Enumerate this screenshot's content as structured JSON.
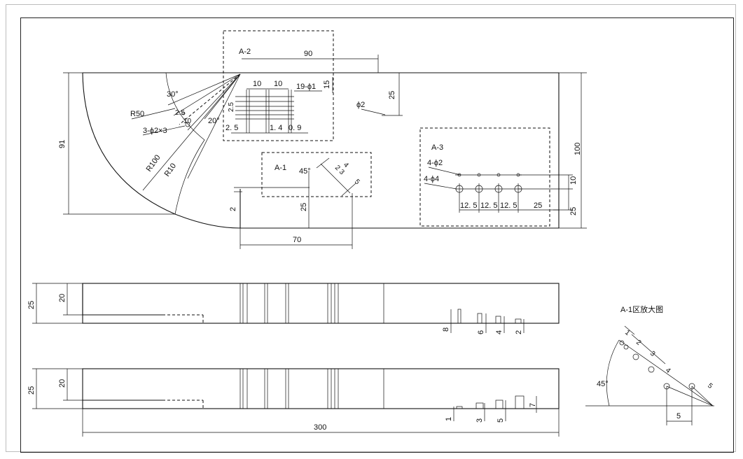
{
  "regions": {
    "a1": "A-1",
    "a2": "A-2",
    "a3": "A-3",
    "a1_enlarged_title": "A-1区放大图"
  },
  "top_view": {
    "dim_90": "90",
    "dim_10a": "10",
    "dim_10b": "10",
    "dim_19phi1": "19-ϕ1",
    "dim_15": "15",
    "dim_25_top": "25",
    "dim_phi2": "ϕ2",
    "dim_2_5_left": "2. 5",
    "dim_1_4": "1. 4",
    "dim_0_9": "0. 9",
    "dim_2_5_vert": "2.5",
    "dim_30deg": "30°",
    "dim_20deg": "20°",
    "dim_2_5_arc": "2.5",
    "dim_10_arc": "10",
    "dim_r50": "R50",
    "dim_3phi2x3": "3-ϕ2×3",
    "dim_r100": "R100",
    "dim_r10": "R10",
    "dim_91": "91",
    "dim_100": "100",
    "dim_45deg": "45°",
    "dim_a1_small": [
      "2",
      "3",
      "4",
      "5"
    ],
    "dim_2_left": "2",
    "dim_25_mid": "25",
    "dim_70": "70",
    "dim_4phi2": "4-ϕ2",
    "dim_4phi4": "4-ϕ4",
    "dim_12_5a": "12. 5",
    "dim_12_5b": "12. 5",
    "dim_12_5c": "12. 5",
    "dim_25_a3": "25",
    "dim_10_right": "10",
    "dim_25_right": "25"
  },
  "side_view_1": {
    "dim_25": "25",
    "dim_20": "20",
    "slot_depths": [
      "8",
      "6",
      "4",
      "2"
    ]
  },
  "side_view_2": {
    "dim_25": "25",
    "dim_20": "20",
    "slot_depths": [
      "1",
      "3",
      "5",
      "7"
    ],
    "dim_300": "300"
  },
  "enlarged": {
    "labels": [
      "1",
      "2",
      "3",
      "4",
      "5"
    ],
    "dim_45deg": "45°",
    "dim_5_bottom": "5"
  }
}
